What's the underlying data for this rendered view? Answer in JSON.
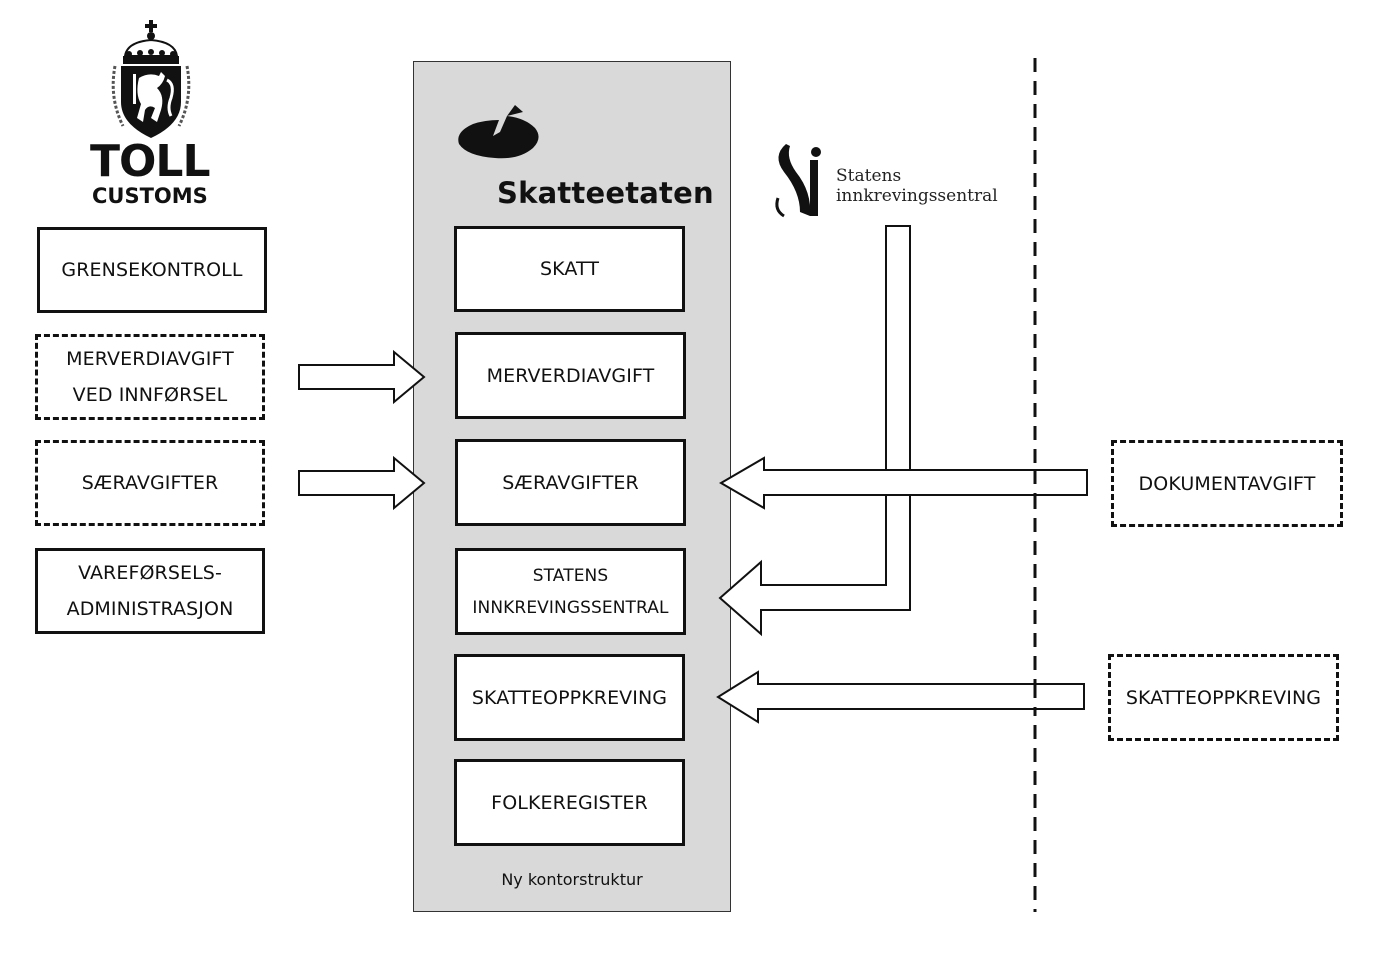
{
  "logos": {
    "toll": {
      "word": "TOLL",
      "sub": "CUSTOMS",
      "icon": "norwegian-coat-of-arms-icon"
    },
    "skatteetaten": {
      "name": "Skatteetaten",
      "icon": "skatteetaten-pie-icon"
    },
    "sis": {
      "line1": "Statens",
      "line2": "innkrevingssentral",
      "icon": "sis-monogram-icon"
    }
  },
  "toll_column": {
    "items": [
      {
        "label": "GRENSEKONTROLL",
        "style": "solid"
      },
      {
        "label1": "MERVERDIAVGIFT",
        "label2": "VED INNFØRSEL",
        "style": "dashed"
      },
      {
        "label": "SÆRAVGIFTER",
        "style": "dashed"
      },
      {
        "label1": "VAREFØRSELS-",
        "label2": "ADMINISTRASJON",
        "style": "solid"
      }
    ]
  },
  "skatteetaten_column": {
    "items": [
      {
        "label": "SKATT"
      },
      {
        "label": "MERVERDIAVGIFT"
      },
      {
        "label": "SÆRAVGIFTER"
      },
      {
        "label1": "STATENS",
        "label2": "INNKREVINGSSENTRAL"
      },
      {
        "label": "SKATTEOPPKREVING"
      },
      {
        "label": "FOLKEREGISTER"
      }
    ],
    "footer": "Ny kontorstruktur"
  },
  "external_column": {
    "items": [
      {
        "label": "DOKUMENTAVGIFT",
        "style": "dashed"
      },
      {
        "label": "SKATTEOPPKREVING",
        "style": "dashed"
      }
    ]
  },
  "arrows": [
    {
      "from": "MERVERDIAVGIFT VED INNFØRSEL",
      "to": "MERVERDIAVGIFT",
      "direction": "right"
    },
    {
      "from": "SÆRAVGIFTER (toll)",
      "to": "SÆRAVGIFTER",
      "direction": "right"
    },
    {
      "from": "DOKUMENTAVGIFT",
      "to": "SÆRAVGIFTER",
      "direction": "left"
    },
    {
      "from": "Statens innkrevingssentral",
      "to": "STATENS INNKREVINGSSENTRAL",
      "direction": "left"
    },
    {
      "from": "SKATTEOPPKREVING (external)",
      "to": "SKATTEOPPKREVING",
      "direction": "left"
    }
  ],
  "colors": {
    "panel": "#d9d9d9",
    "stroke": "#111111",
    "background": "#ffffff"
  }
}
